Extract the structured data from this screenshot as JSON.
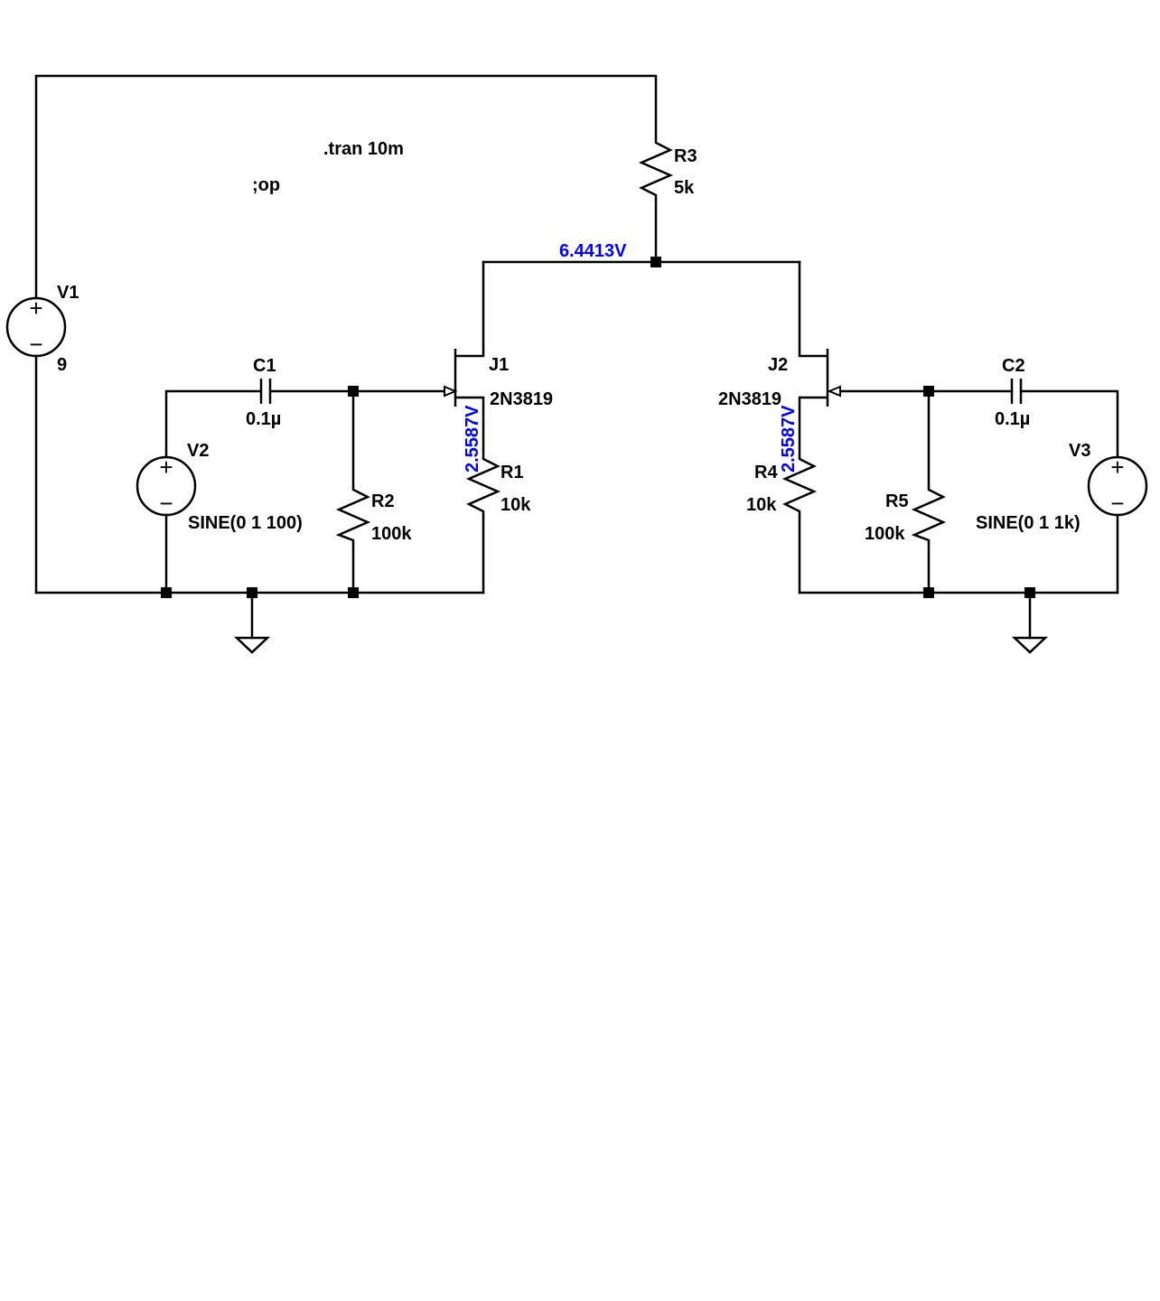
{
  "colors": {
    "wire": "#000000",
    "voltage_label": "#0000ff",
    "background": "#ffffff"
  },
  "directives": {
    "tran": ".tran 10m",
    "op": ";op"
  },
  "components": {
    "V1": {
      "ref": "V1",
      "value": "9"
    },
    "V2": {
      "ref": "V2",
      "value": "SINE(0 1 100)"
    },
    "V3": {
      "ref": "V3",
      "value": "SINE(0 1 1k)"
    },
    "C1": {
      "ref": "C1",
      "value": "0.1µ"
    },
    "C2": {
      "ref": "C2",
      "value": "0.1µ"
    },
    "R1": {
      "ref": "R1",
      "value": "10k"
    },
    "R2": {
      "ref": "R2",
      "value": "100k"
    },
    "R3": {
      "ref": "R3",
      "value": "5k"
    },
    "R4": {
      "ref": "R4",
      "value": "10k"
    },
    "R5": {
      "ref": "R5",
      "value": "100k"
    },
    "J1": {
      "ref": "J1",
      "model": "2N3819"
    },
    "J2": {
      "ref": "J2",
      "model": "2N3819"
    }
  },
  "node_voltages": {
    "drain_node": "6.4413V",
    "j1_source": "2.5587V",
    "j2_source": "2.5587V"
  },
  "source_symbols": {
    "plus": "+",
    "minus": "−"
  }
}
